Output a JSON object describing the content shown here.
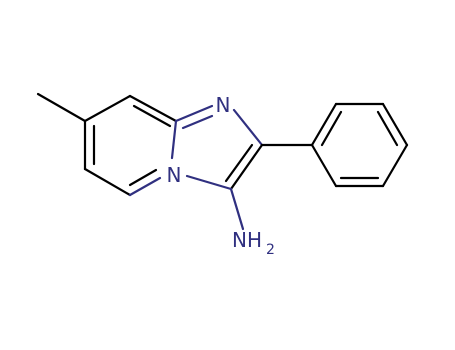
{
  "colors": {
    "bond": "#000000",
    "heteroatom": "#303080",
    "background": "#ffffff"
  },
  "labels": {
    "ring_n": "N",
    "bridge_n": "N",
    "amine_main": "NH",
    "amine_sub": "2"
  }
}
